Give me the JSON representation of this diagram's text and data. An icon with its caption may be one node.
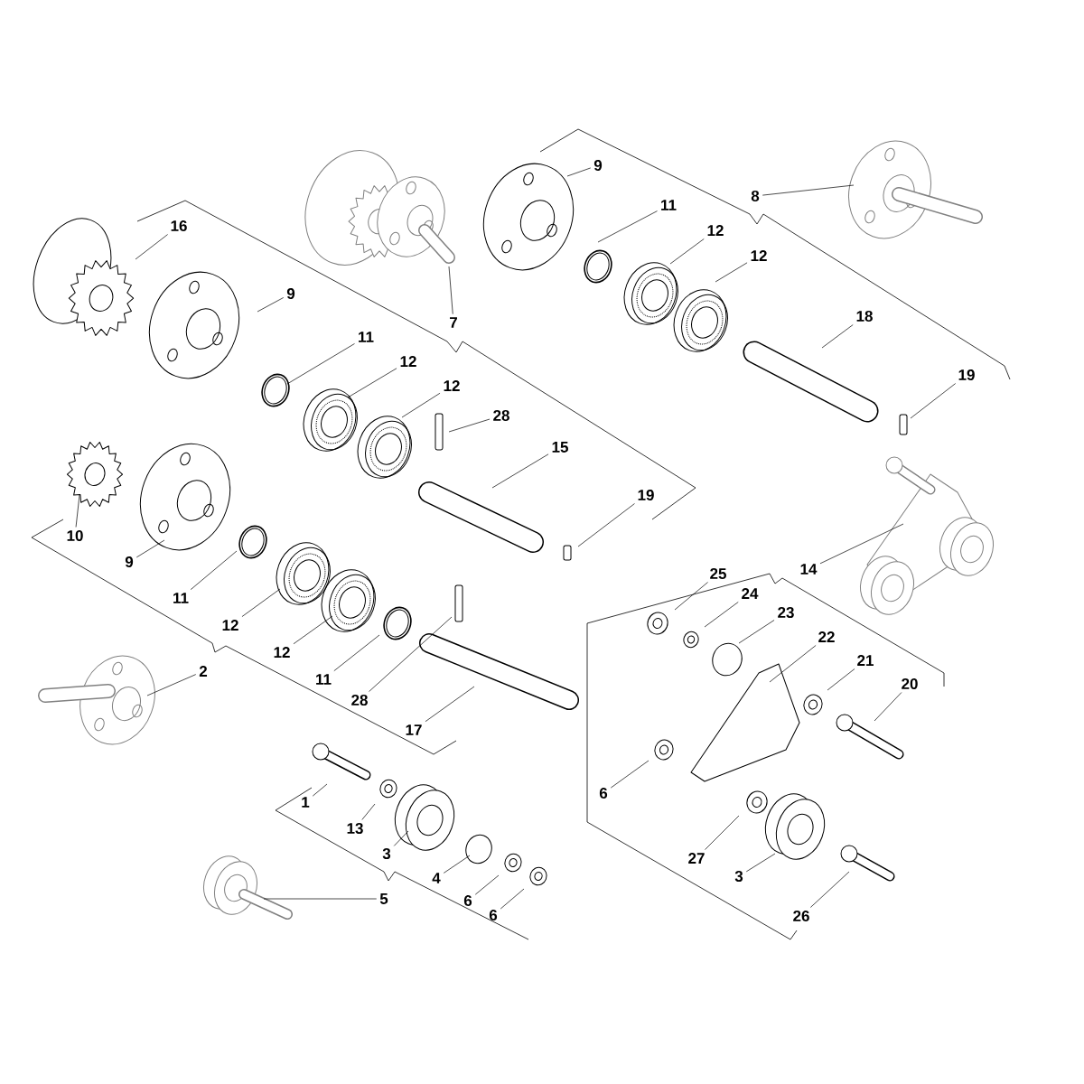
{
  "diagram": {
    "nodes": [
      {
        "text": [
          "16"
        ]
      },
      {
        "text": [
          "9"
        ]
      },
      {
        "text": [
          "11"
        ]
      },
      {
        "text": [
          "12"
        ]
      },
      {
        "text": [
          "12"
        ]
      },
      {
        "text": [
          "28"
        ]
      },
      {
        "text": [
          "15"
        ]
      },
      {
        "text": [
          "19"
        ]
      },
      {
        "text": [
          "7"
        ]
      },
      {
        "text": [
          "10"
        ]
      },
      {
        "text": [
          "9"
        ]
      },
      {
        "text": [
          "11"
        ]
      },
      {
        "text": [
          "12"
        ]
      },
      {
        "text": [
          "12"
        ]
      },
      {
        "text": [
          "11"
        ]
      },
      {
        "text": [
          "28"
        ]
      },
      {
        "text": [
          "17"
        ]
      },
      {
        "text": [
          "2"
        ]
      },
      {
        "text": [
          "9"
        ]
      },
      {
        "text": [
          "11"
        ]
      },
      {
        "text": [
          "12"
        ]
      },
      {
        "text": [
          "12"
        ]
      },
      {
        "text": [
          "18"
        ]
      },
      {
        "text": [
          "19"
        ]
      },
      {
        "text": [
          "8"
        ]
      },
      {
        "text": [
          "14"
        ]
      },
      {
        "text": [
          "25"
        ]
      },
      {
        "text": [
          "24"
        ]
      },
      {
        "text": [
          "23"
        ]
      },
      {
        "text": [
          "22"
        ]
      },
      {
        "text": [
          "21"
        ]
      },
      {
        "text": [
          "20"
        ]
      },
      {
        "text": [
          "6"
        ]
      },
      {
        "text": [
          "27"
        ]
      },
      {
        "text": [
          "3"
        ]
      },
      {
        "text": [
          "26"
        ]
      },
      {
        "text": [
          "1"
        ]
      },
      {
        "text": [
          "13"
        ]
      },
      {
        "text": [
          "3"
        ]
      },
      {
        "text": [
          "4"
        ]
      },
      {
        "text": [
          "6"
        ]
      },
      {
        "text": [
          "6"
        ]
      },
      {
        "text": [
          "5"
        ]
      }
    ],
    "edges": [
      {
        "from": 0,
        "to": null,
        "arrow": "none"
      },
      {
        "from": 1,
        "to": null,
        "arrow": "none"
      },
      {
        "from": 2,
        "to": null,
        "arrow": "none"
      },
      {
        "from": 3,
        "to": null,
        "arrow": "none"
      },
      {
        "from": 4,
        "to": null,
        "arrow": "none"
      },
      {
        "from": 5,
        "to": null,
        "arrow": "none"
      },
      {
        "from": 6,
        "to": null,
        "arrow": "none"
      },
      {
        "from": 7,
        "to": null,
        "arrow": "none"
      },
      {
        "from": 8,
        "to": null,
        "arrow": "none"
      },
      {
        "from": 9,
        "to": null,
        "arrow": "none"
      },
      {
        "from": 10,
        "to": null,
        "arrow": "none"
      },
      {
        "from": 11,
        "to": null,
        "arrow": "none"
      },
      {
        "from": 12,
        "to": null,
        "arrow": "none"
      },
      {
        "from": 13,
        "to": null,
        "arrow": "none"
      },
      {
        "from": 14,
        "to": null,
        "arrow": "none"
      },
      {
        "from": 15,
        "to": null,
        "arrow": "none"
      },
      {
        "from": 16,
        "to": null,
        "arrow": "none"
      },
      {
        "from": 17,
        "to": null,
        "arrow": "none"
      },
      {
        "from": 18,
        "to": null,
        "arrow": "none"
      },
      {
        "from": 19,
        "to": null,
        "arrow": "none"
      },
      {
        "from": 20,
        "to": null,
        "arrow": "none"
      },
      {
        "from": 21,
        "to": null,
        "arrow": "none"
      },
      {
        "from": 22,
        "to": null,
        "arrow": "none"
      },
      {
        "from": 23,
        "to": null,
        "arrow": "none"
      },
      {
        "from": 24,
        "to": null,
        "arrow": "none"
      },
      {
        "from": 25,
        "to": null,
        "arrow": "none"
      },
      {
        "from": 26,
        "to": null,
        "arrow": "none"
      },
      {
        "from": 27,
        "to": null,
        "arrow": "none"
      },
      {
        "from": 28,
        "to": null,
        "arrow": "none"
      },
      {
        "from": 29,
        "to": null,
        "arrow": "none"
      },
      {
        "from": 30,
        "to": null,
        "arrow": "none"
      },
      {
        "from": 31,
        "to": null,
        "arrow": "none"
      },
      {
        "from": 32,
        "to": null,
        "arrow": "none"
      },
      {
        "from": 33,
        "to": null,
        "arrow": "none"
      },
      {
        "from": 34,
        "to": null,
        "arrow": "none"
      },
      {
        "from": 35,
        "to": null,
        "arrow": "none"
      },
      {
        "from": 36,
        "to": null,
        "arrow": "none"
      },
      {
        "from": 37,
        "to": null,
        "arrow": "none"
      },
      {
        "from": 38,
        "to": null,
        "arrow": "none"
      },
      {
        "from": 39,
        "to": null,
        "arrow": "none"
      },
      {
        "from": 40,
        "to": null,
        "arrow": "none"
      },
      {
        "from": 41,
        "to": null,
        "arrow": "none"
      },
      {
        "from": 42,
        "to": null,
        "arrow": "none"
      }
    ]
  }
}
